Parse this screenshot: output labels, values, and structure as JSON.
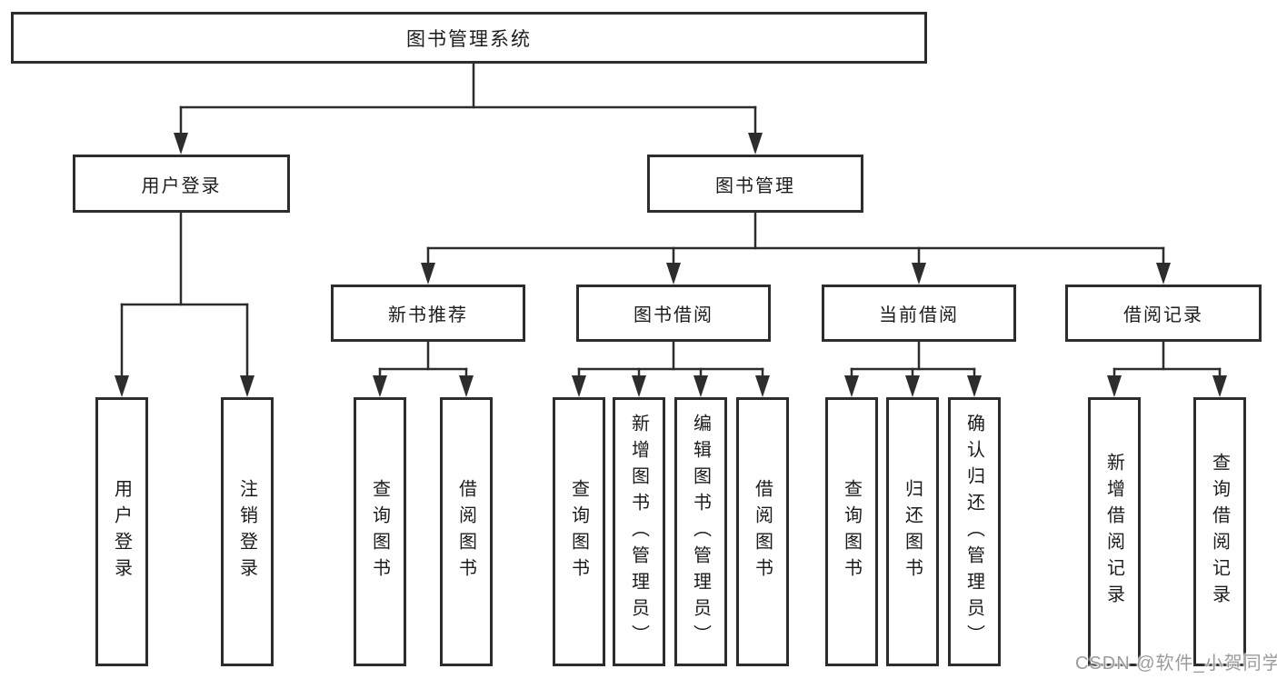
{
  "diagram": {
    "title": "图书管理系统",
    "branches": {
      "user_login": {
        "label": "用户登录",
        "children": [
          "用户登录",
          "注销登录"
        ]
      },
      "book_management": {
        "label": "图书管理"
      }
    },
    "modules": [
      {
        "label": "新书推荐",
        "children": [
          "查询图书",
          "借阅图书"
        ]
      },
      {
        "label": "图书借阅",
        "children": [
          "查询图书",
          "新增图书（管理员）",
          "编辑图书（管理员）",
          "借阅图书"
        ]
      },
      {
        "label": "当前借阅",
        "children": [
          "查询图书",
          "归还图书",
          "确认归还（管理员）"
        ]
      },
      {
        "label": "借阅记录",
        "children": [
          "新增借阅记录",
          "查询借阅记录"
        ]
      }
    ]
  },
  "watermark": {
    "text": "CSDN @软件_小贺同学"
  },
  "colors": {
    "line": "#2d2d2d",
    "box_border": "#2d2d2d",
    "text": "#1c1c1c",
    "watermark": "#9b9b9b",
    "background": "#ffffff"
  }
}
